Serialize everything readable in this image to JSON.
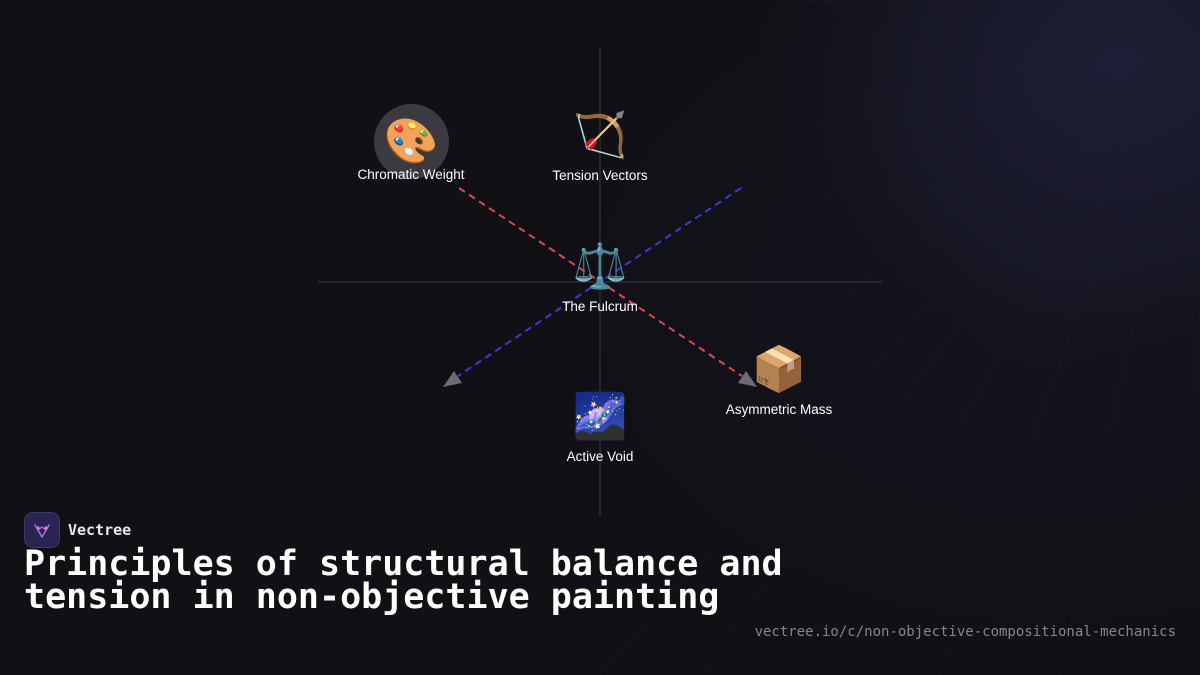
{
  "brand": {
    "name": "Vectree",
    "logo": "vectree-logo-icon"
  },
  "title": "Principles of structural balance and tension in non-objective painting",
  "url": "vectree.io/c/non-objective-compositional-mechanics",
  "nodes": [
    {
      "id": "chromatic-weight",
      "label": "Chromatic Weight",
      "emoji": "🎨",
      "icon": "palette-icon"
    },
    {
      "id": "tension-vectors",
      "label": "Tension Vectors",
      "emoji": "🏹",
      "icon": "bow-and-arrow-icon"
    },
    {
      "id": "fulcrum",
      "label": "The Fulcrum",
      "emoji": "⚖️",
      "icon": "balance-scale-icon"
    },
    {
      "id": "asymmetric-mass",
      "label": "Asymmetric Mass",
      "emoji": "📦",
      "icon": "package-icon"
    },
    {
      "id": "active-void",
      "label": "Active Void",
      "emoji": "🌌",
      "icon": "milky-way-icon"
    }
  ],
  "colors": {
    "background": "#101015",
    "axis": "#3a3a42",
    "red_vector": "#e0474c",
    "blue_vector": "#3b3bd6",
    "arrowhead": "#6b6b74"
  }
}
